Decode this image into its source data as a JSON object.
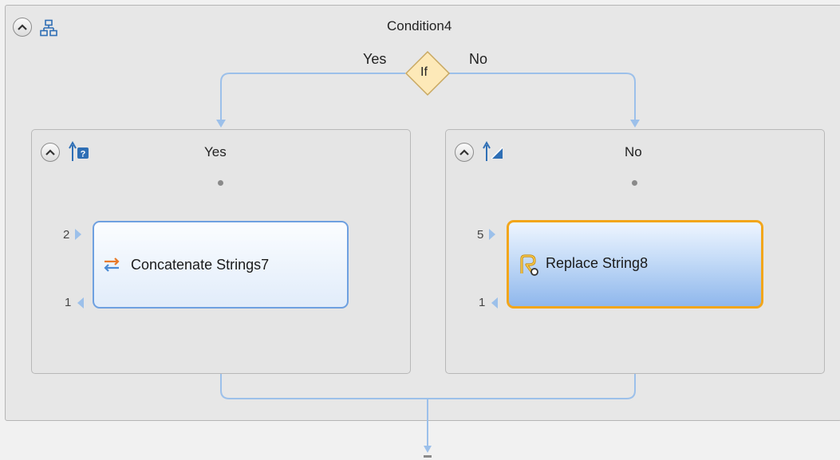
{
  "condition": {
    "title": "Condition4",
    "diamond_label": "If",
    "true_label": "Yes",
    "false_label": "No"
  },
  "branches": {
    "yes": {
      "title": "Yes",
      "activity": {
        "label": "Concatenate Strings7",
        "icon": "concatenate-strings-icon",
        "inputs": "2",
        "outputs": "1"
      }
    },
    "no": {
      "title": "No",
      "activity": {
        "label": "Replace String8",
        "icon": "replace-string-icon",
        "inputs": "5",
        "outputs": "1"
      }
    }
  },
  "colors": {
    "connector": "#9cc0ea",
    "selected_border": "#f2a61b",
    "diamond_fill": "#fde9b8"
  }
}
